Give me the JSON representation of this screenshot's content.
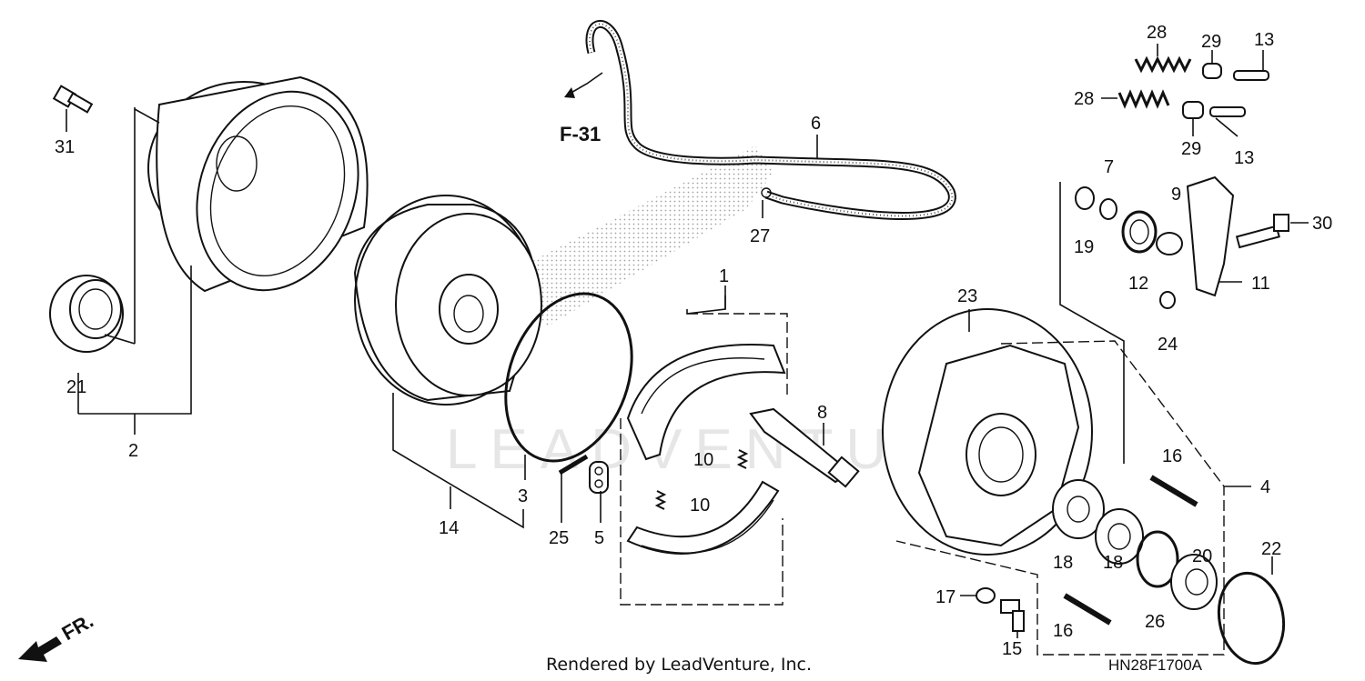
{
  "diagram": {
    "type": "exploded parts diagram",
    "reference_label": "F-31",
    "direction_label": "FR.",
    "watermark": "LEADVENTURE",
    "footer_credit": "Rendered by LeadVenture, Inc.",
    "diagram_code": "HN28F1700A",
    "callouts": {
      "c1": "1",
      "c2": "2",
      "c3": "3",
      "c4": "4",
      "c5": "5",
      "c6": "6",
      "c7": "7",
      "c8": "8",
      "c9": "9",
      "c10a": "10",
      "c10b": "10",
      "c11": "11",
      "c12": "12",
      "c13a": "13",
      "c13b": "13",
      "c14": "14",
      "c15": "15",
      "c16a": "16",
      "c16b": "16",
      "c17": "17",
      "c18a": "18",
      "c18b": "18",
      "c19": "19",
      "c20": "20",
      "c21": "21",
      "c22": "22",
      "c23": "23",
      "c24": "24",
      "c25": "25",
      "c26": "26",
      "c27": "27",
      "c28a": "28",
      "c28b": "28",
      "c29a": "29",
      "c29b": "29",
      "c30": "30",
      "c31": "31"
    }
  }
}
